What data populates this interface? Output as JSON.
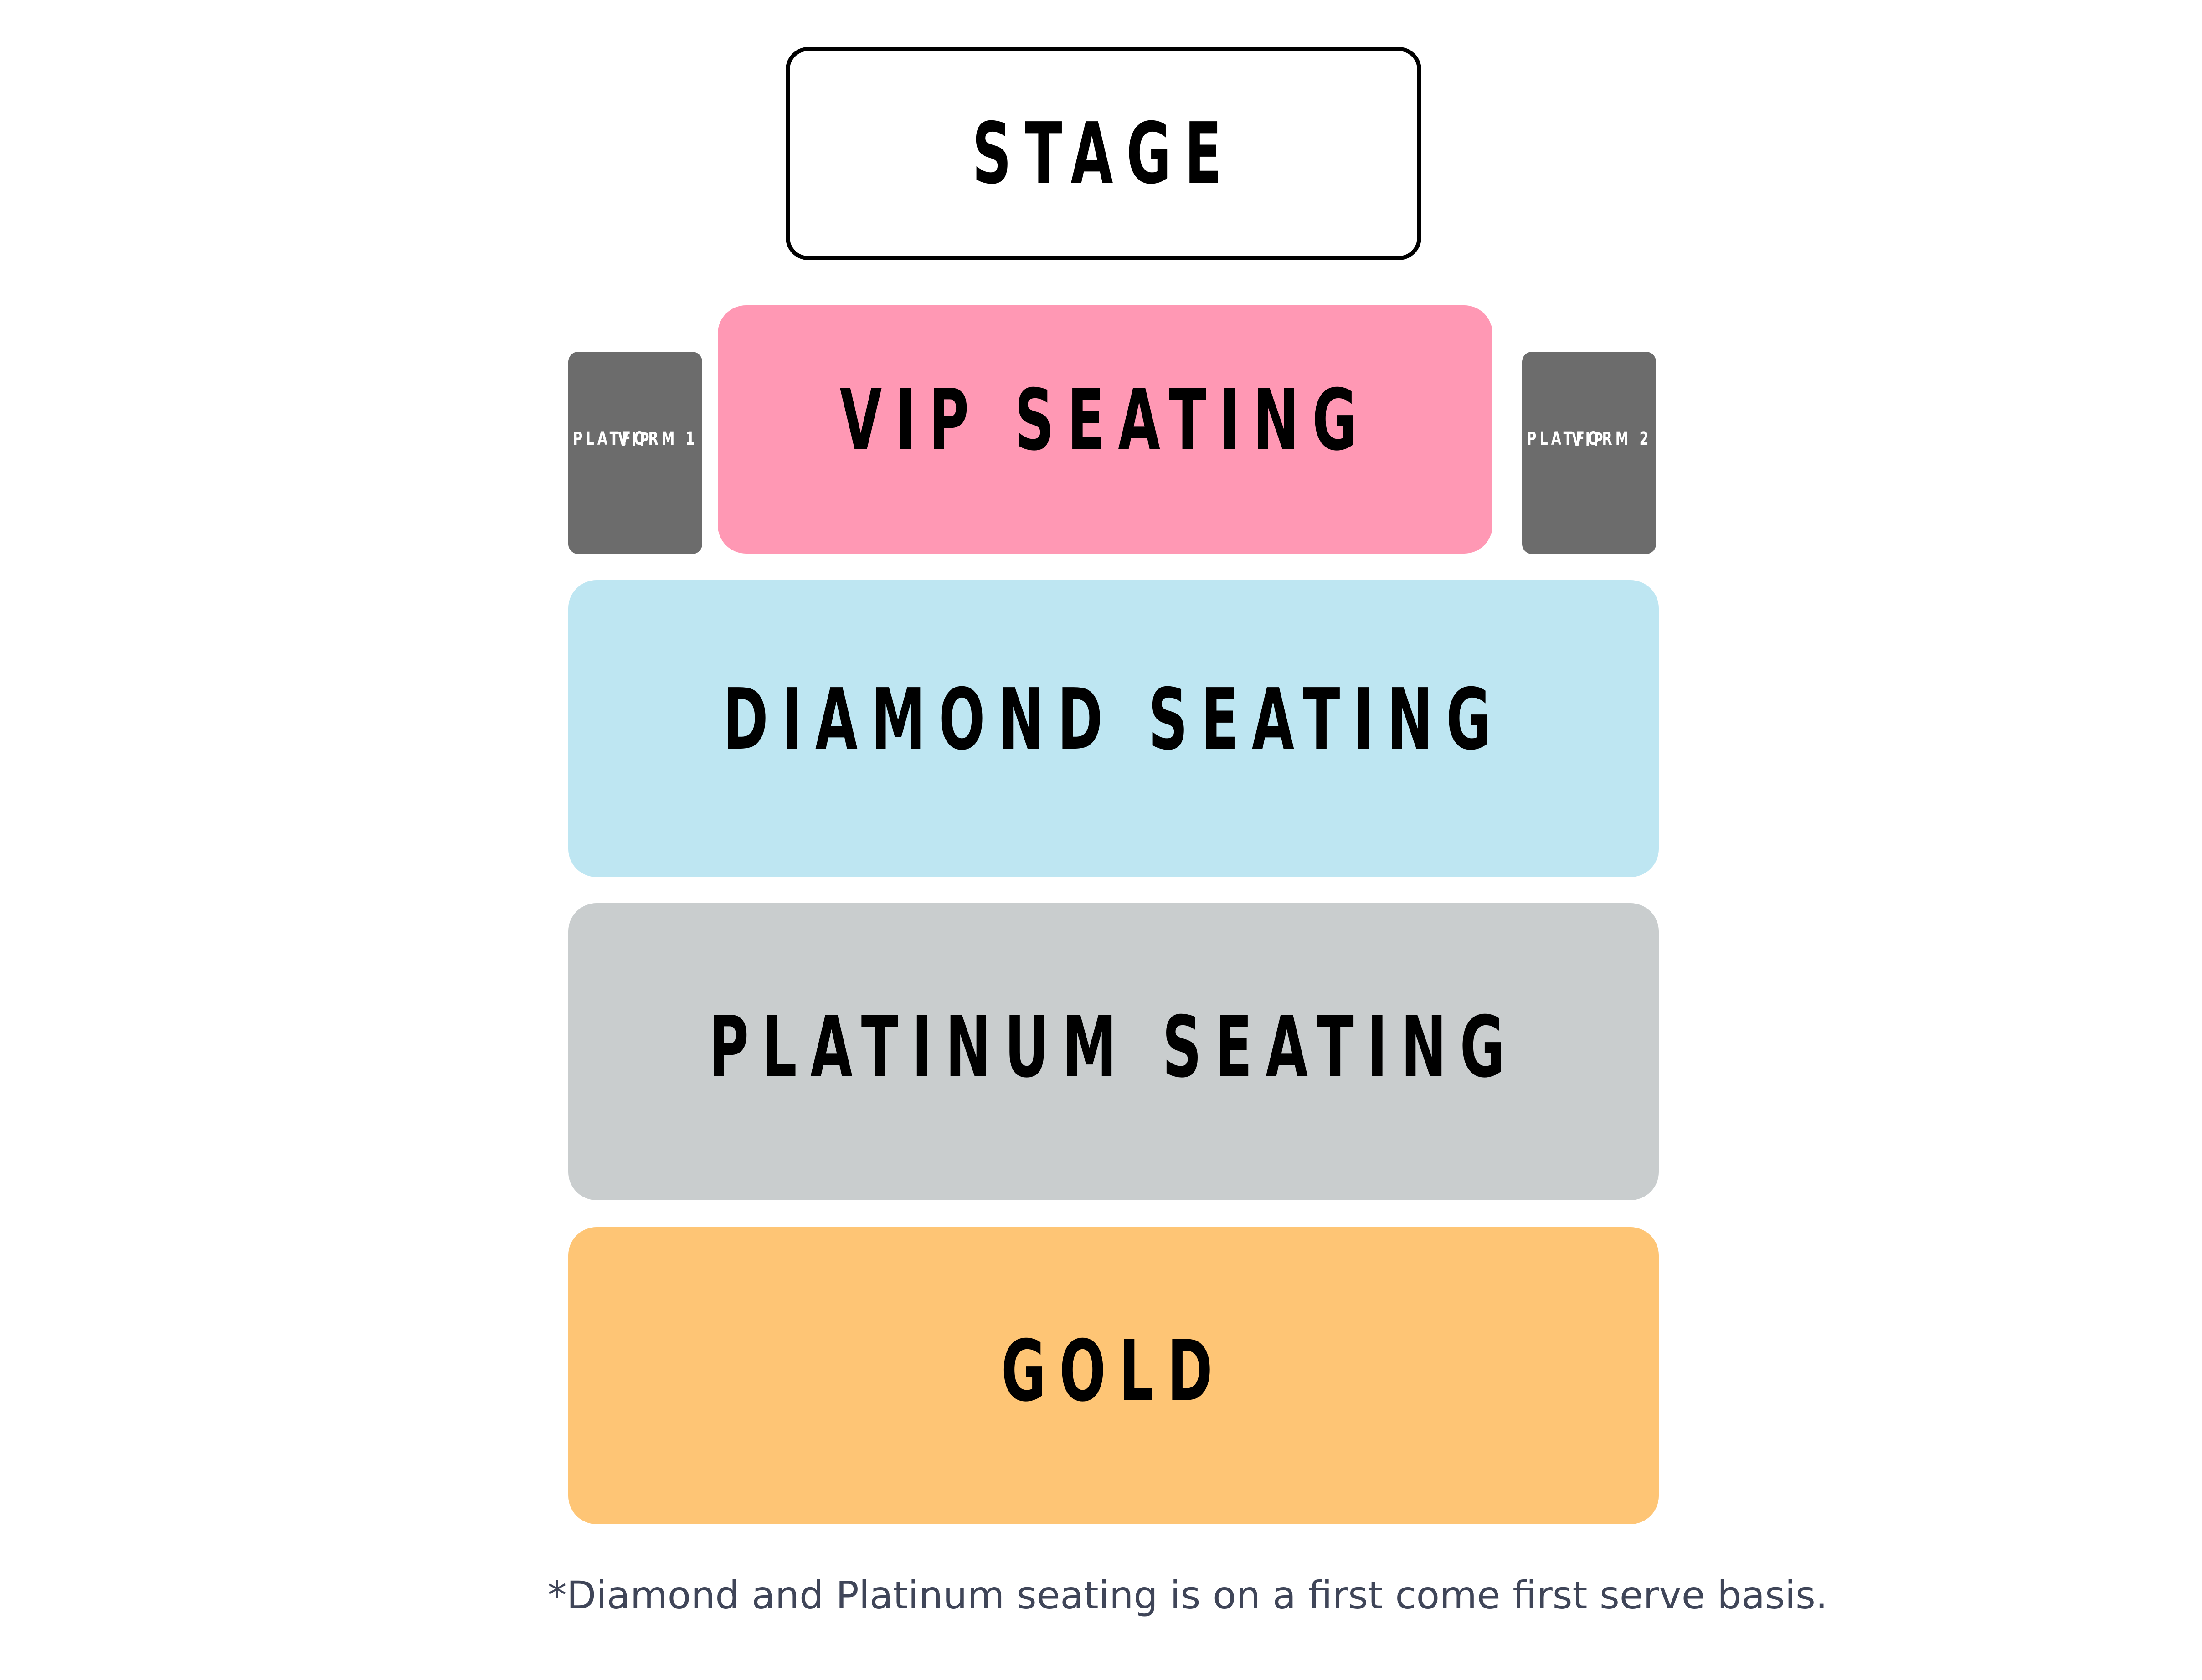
{
  "zones": {
    "stage": {
      "label": "STAGE",
      "color": "#ffffff",
      "border": "#000000"
    },
    "vip_seating": {
      "label": "VIP SEATING",
      "color": "#ff98b4"
    },
    "vip_platform_1": {
      "line1": "VIP",
      "line2": "PLATFORM 1",
      "color": "#6c6c6c"
    },
    "vip_platform_2": {
      "line1": "VIP",
      "line2": "PLATFORM 2",
      "color": "#6c6c6c"
    },
    "diamond_seating": {
      "label": "DIAMOND SEATING",
      "color": "#bee6f2"
    },
    "platinum_seating": {
      "label": "PLATINUM SEATING",
      "color": "#c9cdce"
    },
    "gold": {
      "label": "GOLD",
      "color": "#fec575"
    }
  },
  "footnote": "*Diamond and Platinum seating is on a first come first serve basis.",
  "colors": {
    "text": "#000000",
    "platform_text": "#ffffff",
    "footnote_text": "#3f4558"
  }
}
